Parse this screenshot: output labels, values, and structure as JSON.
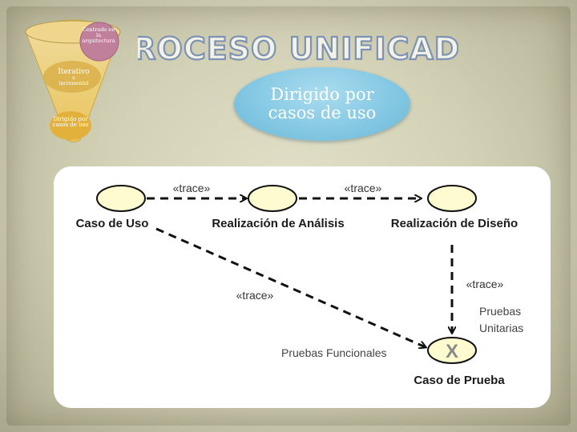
{
  "funnel": {
    "level1": "Centrado en la arquitectura",
    "level2_line1": "Iterativo",
    "level2_line2": "e",
    "level2_line3": "incremental",
    "level3": "Dirigido por casos de uso"
  },
  "title": "PROCESO UNIFICADO",
  "bubble_text": "Dirigido por\ncasos de uso",
  "diagram": {
    "nodes": {
      "caso_uso": "Caso de Uso",
      "analisis": "Realización de Análisis",
      "diseno": "Realización de Diseño",
      "prueba": "Caso de Prueba",
      "prueba_symbol": "X"
    },
    "edges": {
      "trace_1": "«trace»",
      "trace_2": "«trace»",
      "trace_3": "«trace»",
      "trace_4": "«trace»"
    },
    "notes": {
      "pruebas_unitarias_1": "Pruebas",
      "pruebas_unitarias_2": "Unitarias",
      "pruebas_funcionales": "Pruebas Funcionales"
    }
  },
  "colors": {
    "bubble": "#7cc3e0",
    "node_fill": "#fffbd0",
    "title_outline": "#7e93b4"
  }
}
